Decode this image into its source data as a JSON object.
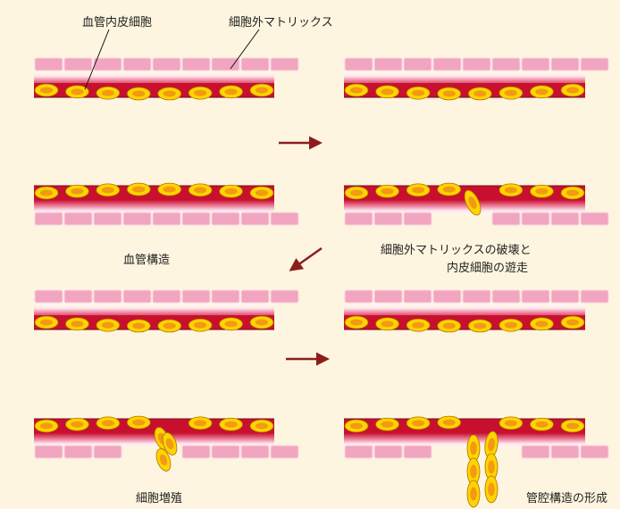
{
  "callouts": {
    "endothelial_cell": "血管内皮細胞",
    "extracellular_matrix": "細胞外マトリックス"
  },
  "steps": [
    {
      "label": "血管構造"
    },
    {
      "label_line1": "細胞外マトリックスの破壊と",
      "label_line2": "内皮細胞の遊走"
    },
    {
      "label": "細胞増殖"
    },
    {
      "label": "管腔構造の形成"
    }
  ],
  "colors": {
    "background": "#fdf5df",
    "vessel_red": "#c8102e",
    "matrix_pink": "#f2a5c0",
    "cell_yellow": "#ffd400",
    "cell_orange": "#f29a12",
    "arrow": "#8b1d1d"
  },
  "icons": {
    "flow_arrow": "arrow-right"
  }
}
